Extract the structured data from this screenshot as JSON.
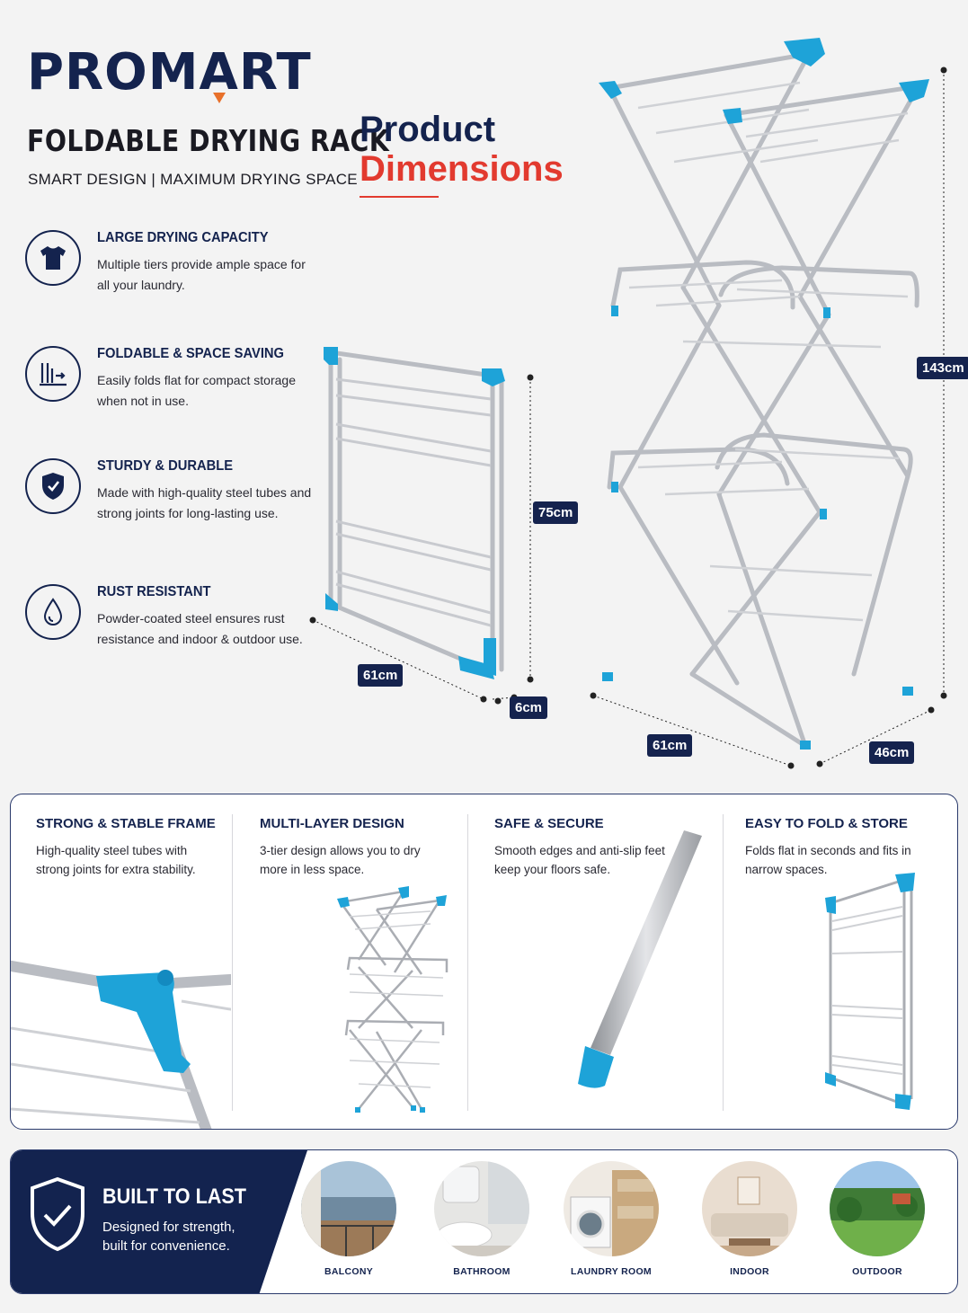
{
  "brand": {
    "name_left": "PROM",
    "name_a": "A",
    "name_right": "RT"
  },
  "product": {
    "title": "FOLDABLE DRYING RACK",
    "subtitle": "SMART DESIGN | MAXIMUM DRYING SPACE"
  },
  "dimensions_heading": {
    "line1": "Product",
    "line2": "Dimensions"
  },
  "features": [
    {
      "title": "LARGE DRYING CAPACITY",
      "desc": "Multiple tiers provide ample space for all your laundry.",
      "icon": "tshirt-icon"
    },
    {
      "title": "FOLDABLE & SPACE SAVING",
      "desc": "Easily folds flat for compact storage when not in use.",
      "icon": "fold-icon"
    },
    {
      "title": "STURDY & DURABLE",
      "desc": "Made with high-quality steel tubes and strong joints for long-lasting use.",
      "icon": "shield-icon"
    },
    {
      "title": "RUST RESISTANT",
      "desc": "Powder-coated steel ensures rust resistance and indoor & outdoor use.",
      "icon": "droplet-icon"
    }
  ],
  "folded_dims": {
    "height": "75cm",
    "width": "61cm",
    "depth": "6cm"
  },
  "open_dims": {
    "height": "143cm",
    "width": "61cm",
    "depth": "46cm"
  },
  "highlights": [
    {
      "title": "STRONG & STABLE FRAME",
      "desc": "High-quality steel tubes with strong joints for extra stability."
    },
    {
      "title": "MULTI-LAYER DESIGN",
      "desc": "3-tier design allows you to dry more in less space."
    },
    {
      "title": "SAFE & SECURE",
      "desc": "Smooth edges and anti-slip feet keep your floors safe."
    },
    {
      "title": "EASY TO FOLD & STORE",
      "desc": "Folds flat in seconds and fits in narrow spaces."
    }
  ],
  "built": {
    "title": "BUILT TO LAST",
    "desc": "Designed for strength, built for convenience."
  },
  "rooms": [
    "BALCONY",
    "BATHROOM",
    "LAUNDRY ROOM",
    "INDOOR",
    "OUTDOOR"
  ],
  "colors": {
    "navy": "#14234e",
    "accent_red": "#e23a2f",
    "accent_blue": "#1ea3d8",
    "steel": "#b9bcc2"
  }
}
